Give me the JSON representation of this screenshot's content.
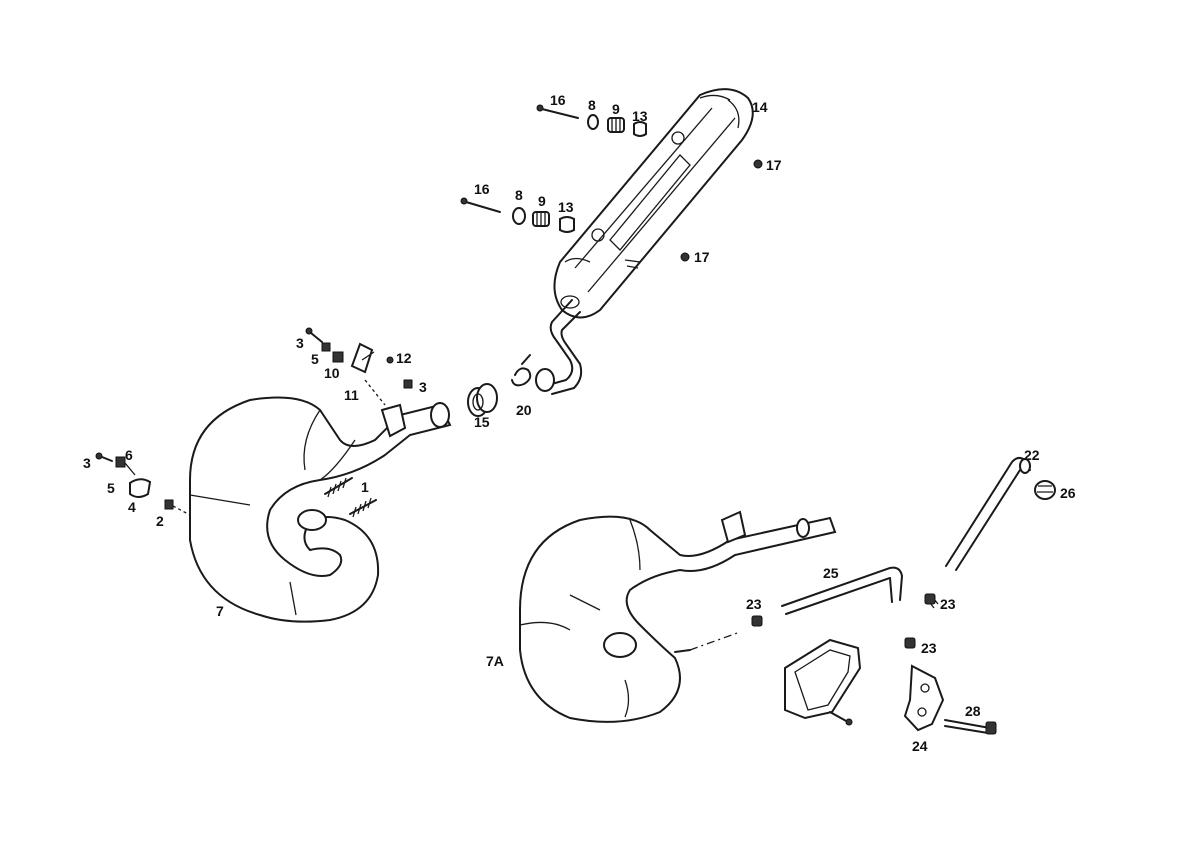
{
  "labels": [
    {
      "key": "p1",
      "text": "1"
    },
    {
      "key": "p2",
      "text": "2"
    },
    {
      "key": "p3a",
      "text": "3"
    },
    {
      "key": "p3b",
      "text": "3"
    },
    {
      "key": "p3c",
      "text": "3"
    },
    {
      "key": "p4",
      "text": "4"
    },
    {
      "key": "p5a",
      "text": "5"
    },
    {
      "key": "p5b",
      "text": "5"
    },
    {
      "key": "p6",
      "text": "6"
    },
    {
      "key": "p7",
      "text": "7"
    },
    {
      "key": "p7A",
      "text": "7A"
    },
    {
      "key": "p8a",
      "text": "8"
    },
    {
      "key": "p8b",
      "text": "8"
    },
    {
      "key": "p9a",
      "text": "9"
    },
    {
      "key": "p9b",
      "text": "9"
    },
    {
      "key": "p10",
      "text": "10"
    },
    {
      "key": "p11",
      "text": "11"
    },
    {
      "key": "p12",
      "text": "12"
    },
    {
      "key": "p13a",
      "text": "13"
    },
    {
      "key": "p13b",
      "text": "13"
    },
    {
      "key": "p14",
      "text": "14"
    },
    {
      "key": "p15",
      "text": "15"
    },
    {
      "key": "p16a",
      "text": "16"
    },
    {
      "key": "p16b",
      "text": "16"
    },
    {
      "key": "p17a",
      "text": "17"
    },
    {
      "key": "p17b",
      "text": "17"
    },
    {
      "key": "p20",
      "text": "20"
    },
    {
      "key": "p22",
      "text": "22"
    },
    {
      "key": "p23a",
      "text": "23"
    },
    {
      "key": "p23b",
      "text": "23"
    },
    {
      "key": "p23c",
      "text": "23"
    },
    {
      "key": "p24",
      "text": "24"
    },
    {
      "key": "p25",
      "text": "25"
    },
    {
      "key": "p26",
      "text": "26"
    },
    {
      "key": "p28",
      "text": "28"
    }
  ]
}
